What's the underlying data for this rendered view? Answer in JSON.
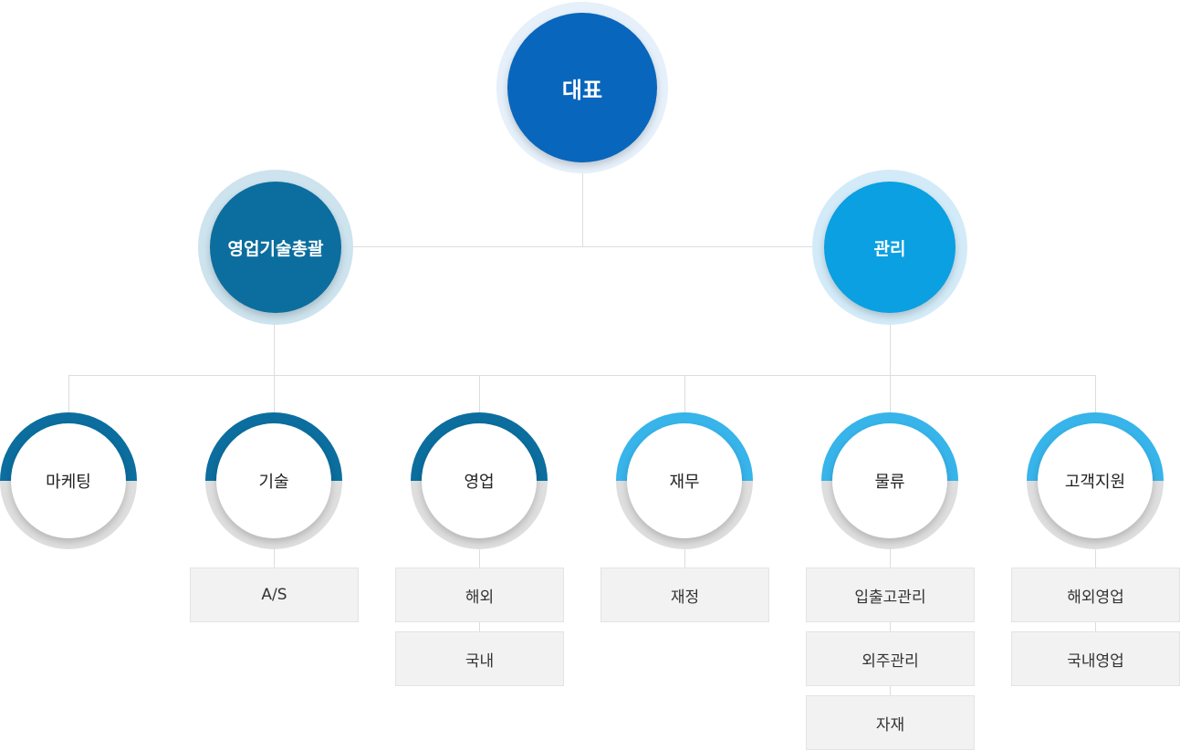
{
  "colors": {
    "ceo": "#0866bd",
    "ceo_ring": "#e6f0fa",
    "sales_tech": "#0b6e9e",
    "sales_tech_ring": "#cde3ee",
    "management": "#0aa0e2",
    "management_ring": "#d3ebf8",
    "dark_arc": "#0b6e9e",
    "light_arc": "#37b4ea",
    "lines": "#dddddd",
    "box_bg": "#f2f2f2"
  },
  "top": {
    "ceo": "대표"
  },
  "divisions": {
    "sales_tech": "영업기술총괄",
    "management": "관리"
  },
  "departments": [
    {
      "name": "마케팅",
      "arc": "dark",
      "subs": []
    },
    {
      "name": "기술",
      "arc": "dark",
      "subs": [
        "A/S"
      ]
    },
    {
      "name": "영업",
      "arc": "dark",
      "subs": [
        "해외",
        "국내"
      ]
    },
    {
      "name": "재무",
      "arc": "light",
      "subs": [
        "재정"
      ]
    },
    {
      "name": "물류",
      "arc": "light",
      "subs": [
        "입출고관리",
        "외주관리",
        "자재"
      ]
    },
    {
      "name": "고객지원",
      "arc": "light",
      "subs": [
        "해외영업",
        "국내영업"
      ]
    }
  ]
}
